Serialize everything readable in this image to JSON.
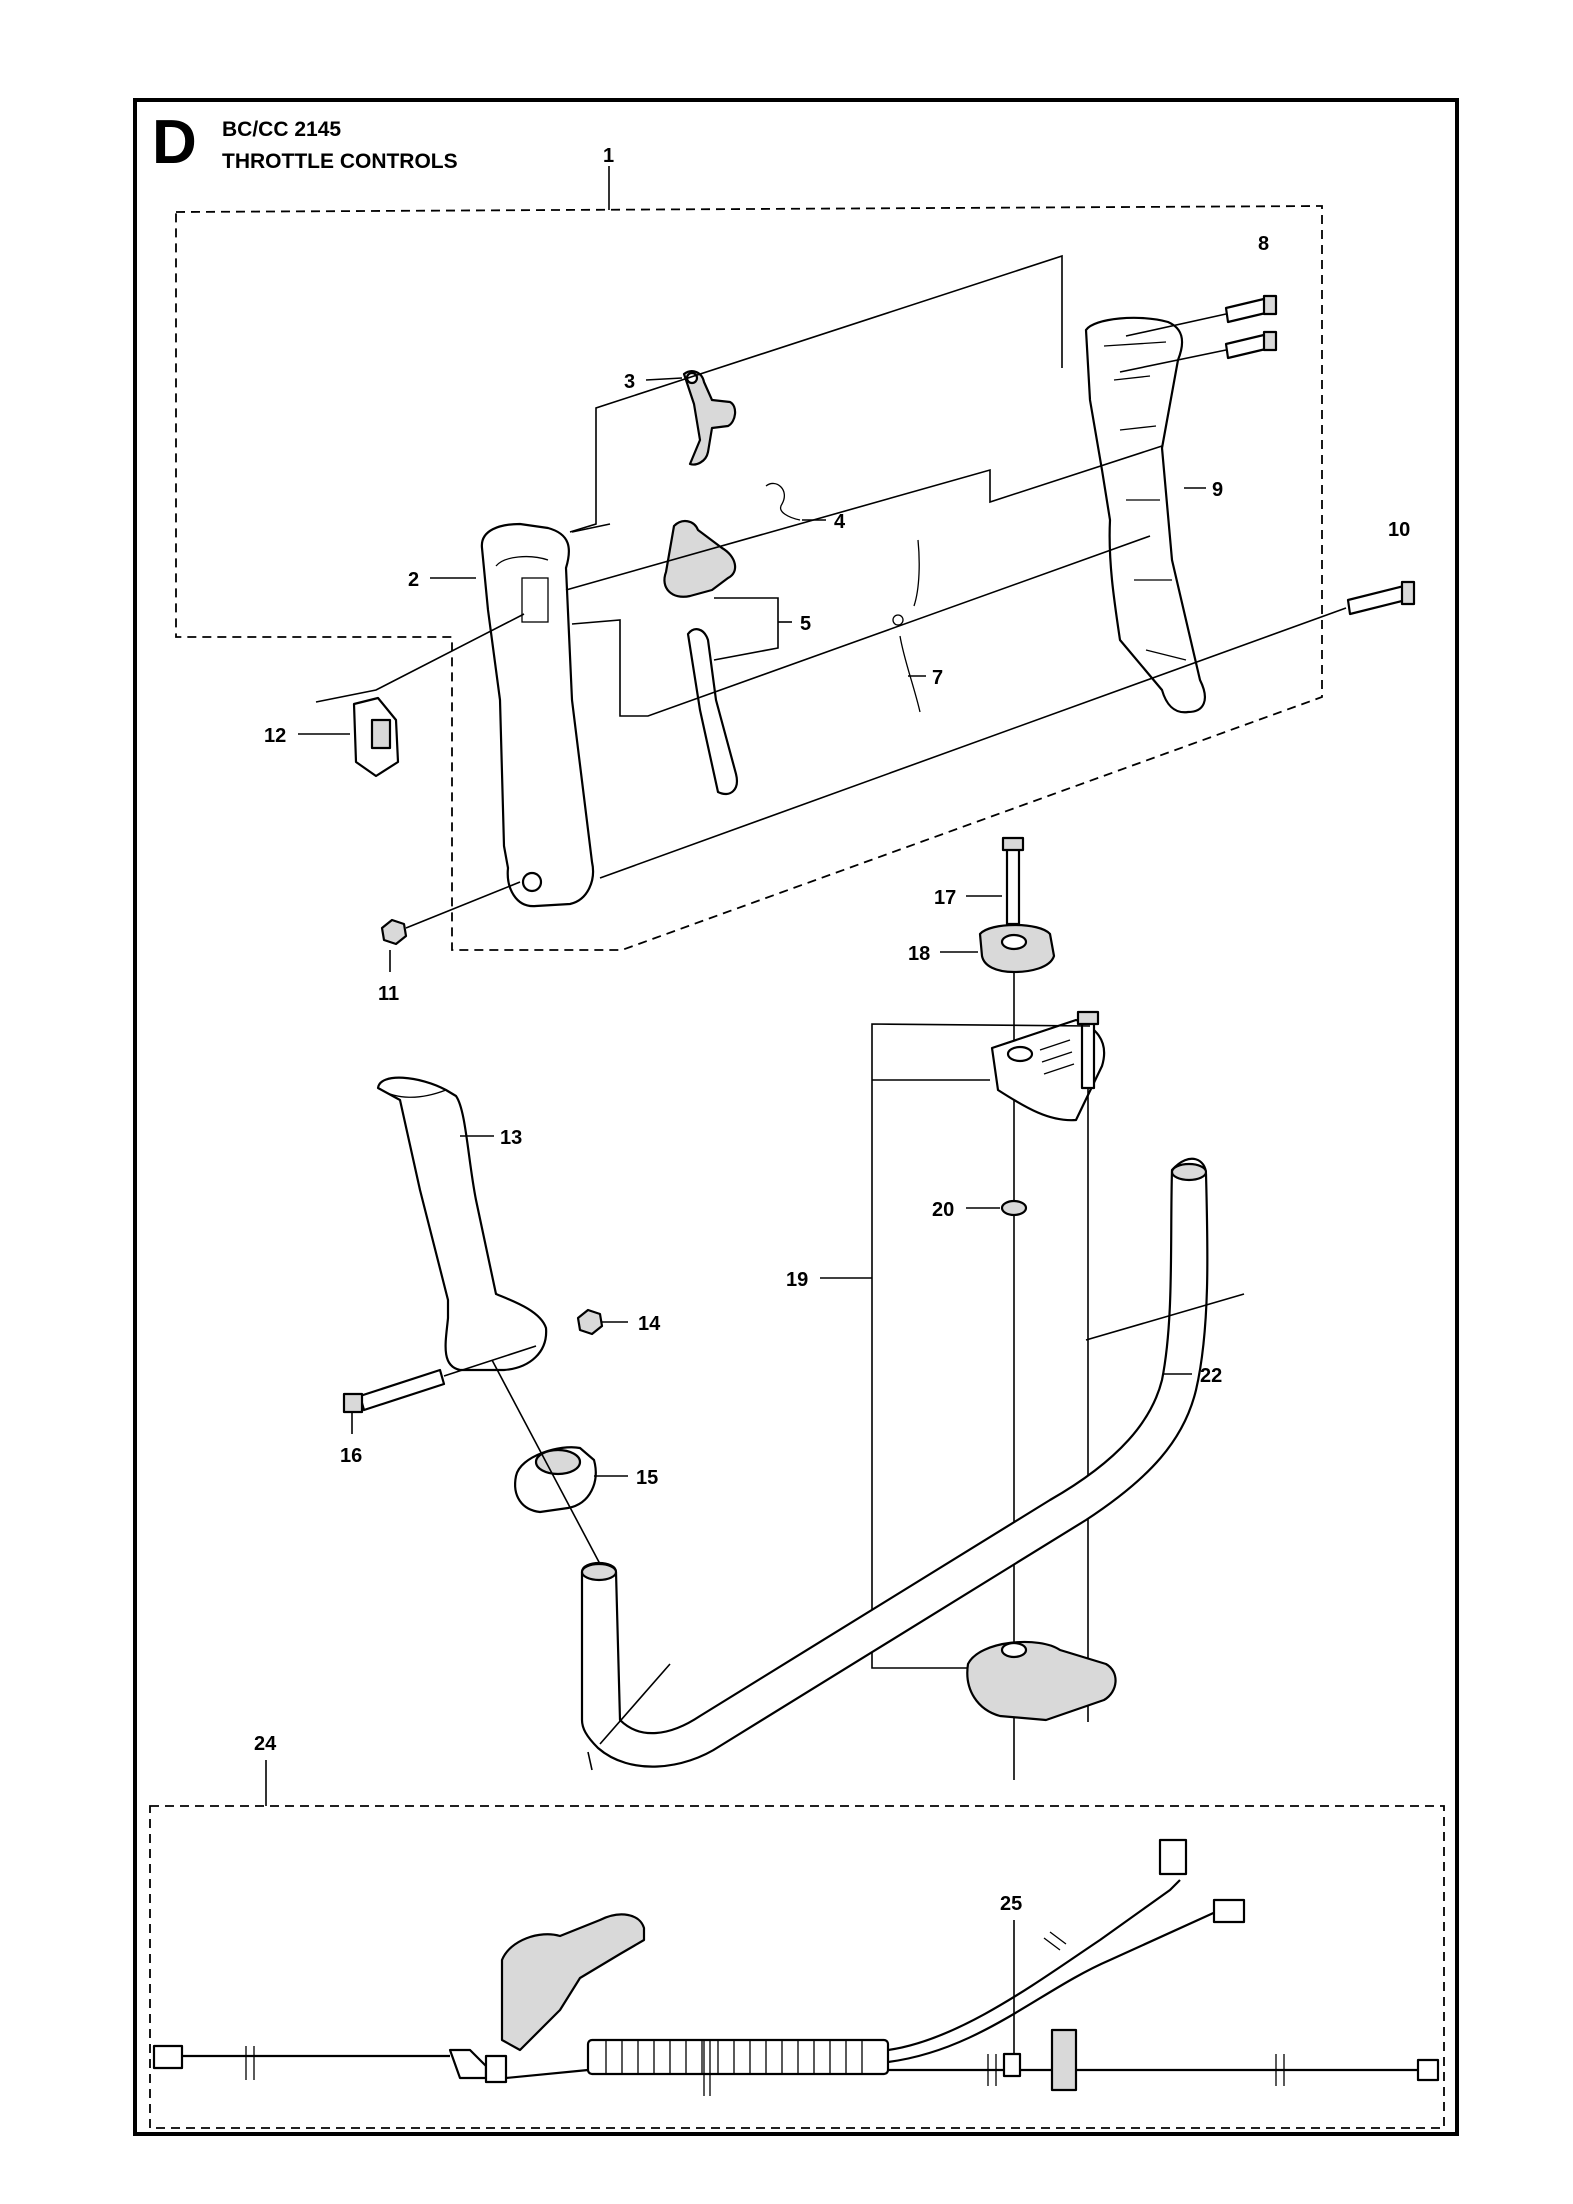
{
  "header": {
    "section_letter": "D",
    "model": "BC/CC 2145",
    "title": "THROTTLE CONTROLS"
  },
  "callouts": [
    "1",
    "2",
    "3",
    "4",
    "5",
    "7",
    "8",
    "9",
    "10",
    "11",
    "12",
    "13",
    "14",
    "15",
    "16",
    "17",
    "18",
    "19",
    "20",
    "22",
    "24",
    "25"
  ]
}
